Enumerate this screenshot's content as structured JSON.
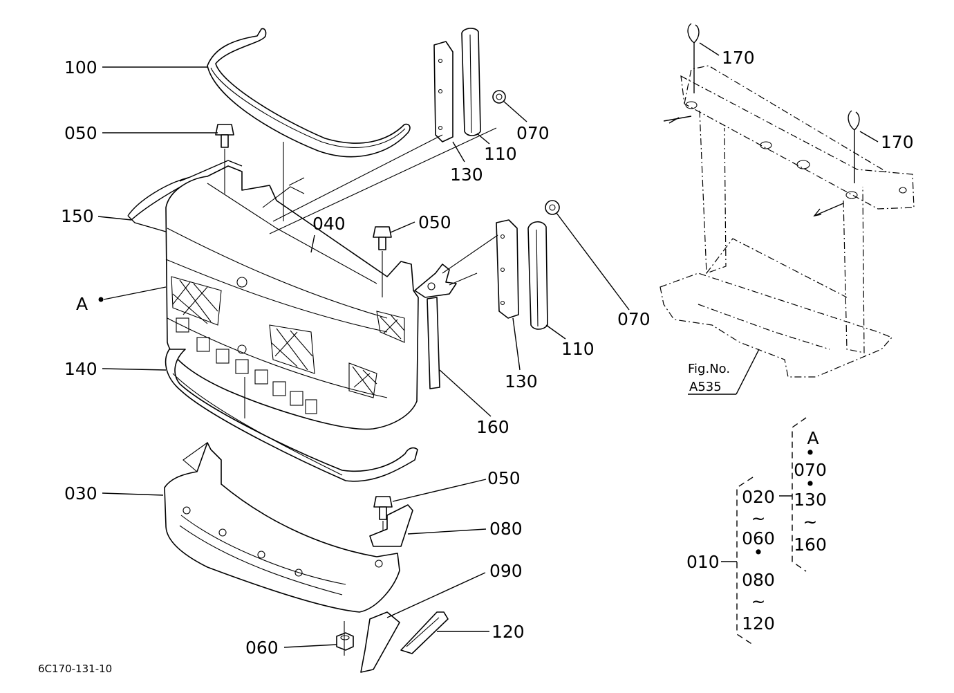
{
  "labels": {
    "p100": "100",
    "p050_top": "050",
    "p150": "150",
    "pA": "A",
    "p140": "140",
    "p030": "030",
    "p060": "060",
    "p040": "040",
    "p050_mid": "050",
    "p130_top": "130",
    "p110_top": "110",
    "p070_top": "070",
    "p130_mid": "130",
    "p110_mid": "110",
    "p070_mid": "070",
    "p160": "160",
    "p050_low": "050",
    "p080": "080",
    "p090": "090",
    "p120": "120",
    "p170_a": "170",
    "p170_b": "170"
  },
  "fig_ref": {
    "line1": "Fig.No.",
    "line2": "A535"
  },
  "legend": {
    "g1": [
      "A",
      "•",
      "070",
      "•",
      "130",
      "~",
      "160"
    ],
    "g2": [
      "020",
      "~",
      "060",
      "•",
      "080",
      "~",
      "120"
    ],
    "root": "010"
  },
  "drawing_code": "6C170-131-10"
}
